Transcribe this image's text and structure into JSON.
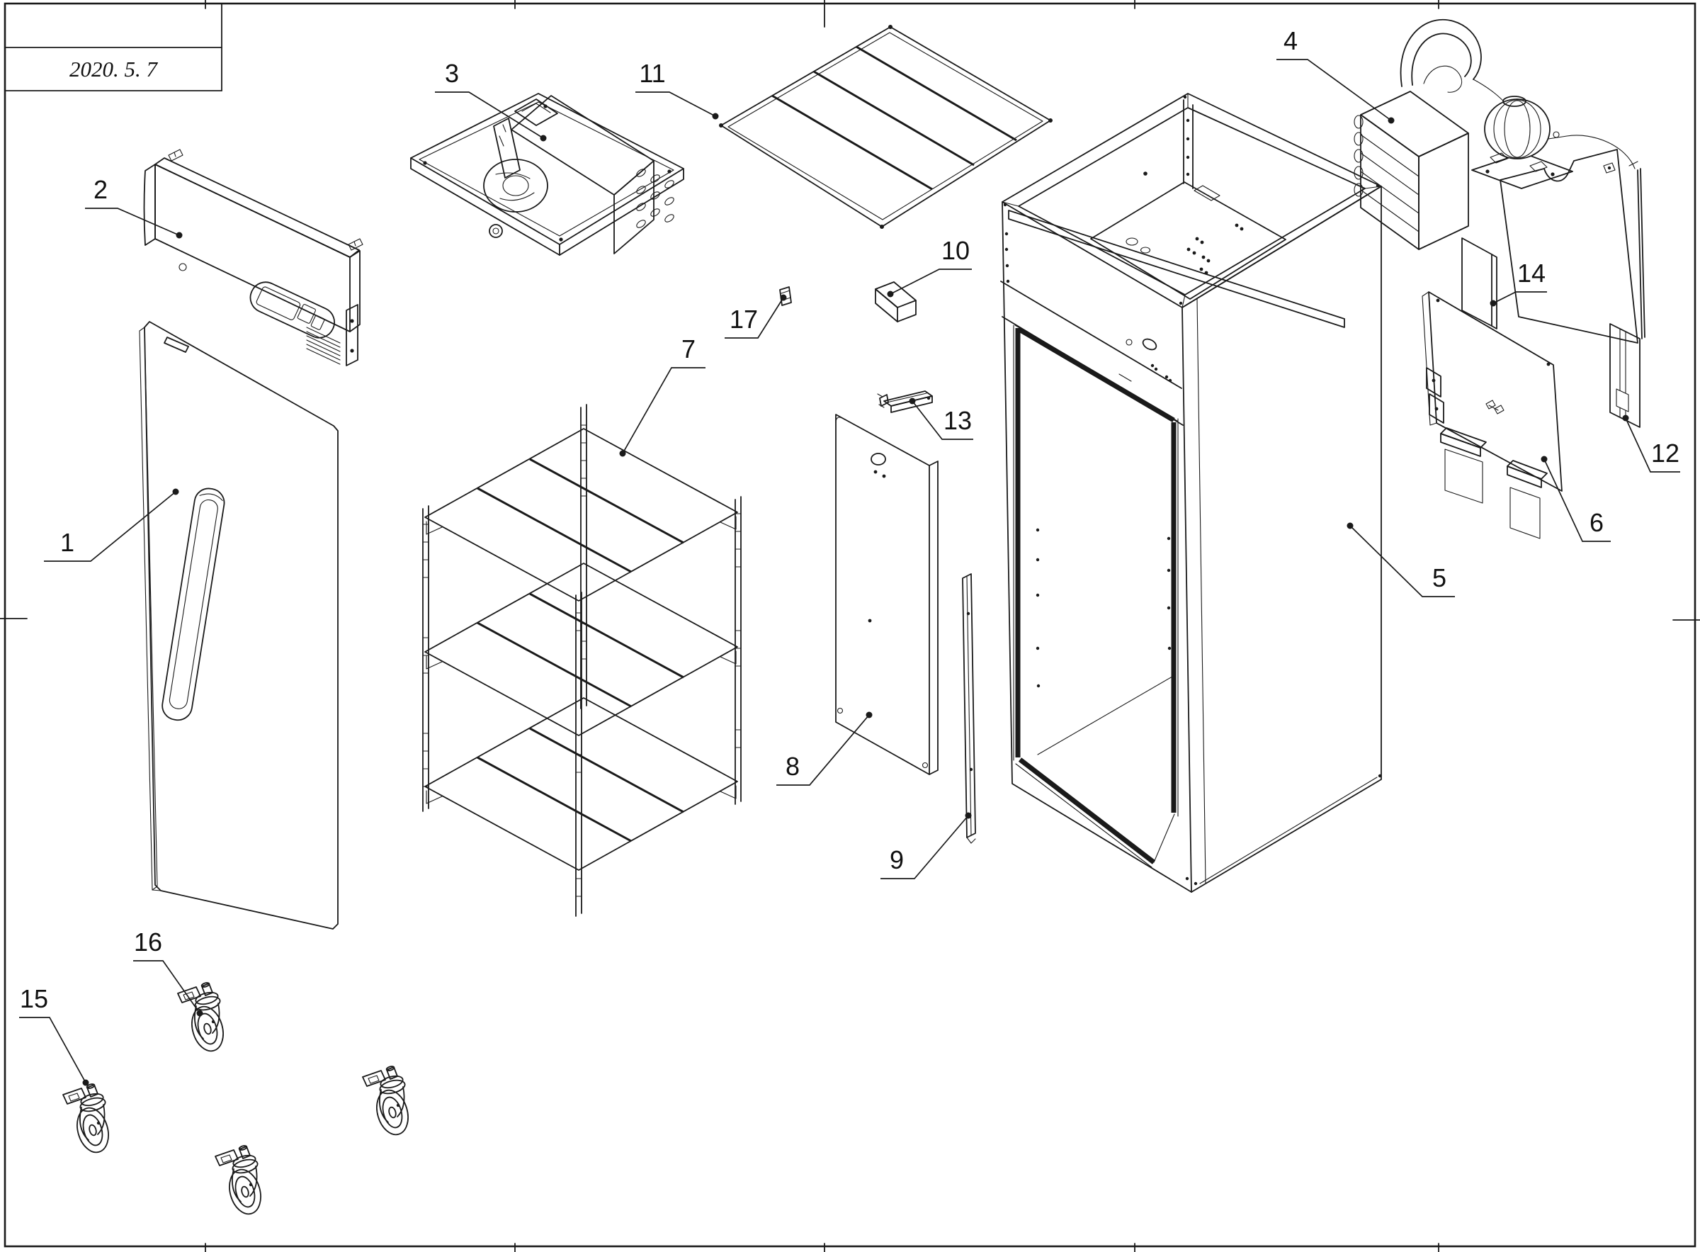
{
  "document": {
    "type": "exploded-parts-diagram",
    "subject": "upright refrigerator cabinet",
    "date": "2020. 5. 7",
    "line_color": "#1a1a1a",
    "paper_color": "#ffffff"
  },
  "parts": [
    {
      "num": "1",
      "name": "door-with-recessed-handle"
    },
    {
      "num": "2",
      "name": "top-front-control-panel"
    },
    {
      "num": "3",
      "name": "evaporator-fan-tray-assembly"
    },
    {
      "num": "4",
      "name": "condensing-unit-compressor"
    },
    {
      "num": "5",
      "name": "cabinet-body"
    },
    {
      "num": "6",
      "name": "rear-machine-panel-with-brush-vents"
    },
    {
      "num": "7",
      "name": "three-tier-wire-shelf-rack"
    },
    {
      "num": "8",
      "name": "perforated-interior-panel"
    },
    {
      "num": "9",
      "name": "rear-trim-strip"
    },
    {
      "num": "10",
      "name": "spacer-block"
    },
    {
      "num": "11",
      "name": "wire-shelf"
    },
    {
      "num": "12",
      "name": "small-vent-grille"
    },
    {
      "num": "13",
      "name": "mounting-bracket"
    },
    {
      "num": "14",
      "name": "tall-vent-grille"
    },
    {
      "num": "15",
      "name": "swivel-caster-with-brake"
    },
    {
      "num": "16",
      "name": "swivel-caster-with-brake"
    },
    {
      "num": "17",
      "name": "clip-plate"
    }
  ]
}
